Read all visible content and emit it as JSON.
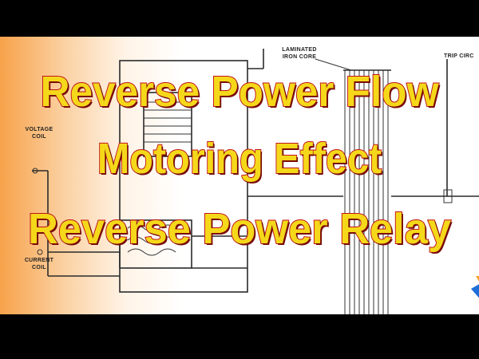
{
  "titles": {
    "line1": "Reverse Power Flow",
    "line2": "Motoring Effect",
    "line3": "Reverse Power Relay"
  },
  "diagram_labels": {
    "laminated_iron_core": "LAMINATED\nIRON CORE",
    "trip_circuit": "TRIP CIRC",
    "voltage_coil": "VOLTAGE\nCOIL",
    "current_coil": "CURRENT\nCOIL"
  },
  "colors": {
    "title_fill": "#f5d81a",
    "title_outline": "#c0121b",
    "gradient_left": "#f7a24a",
    "logo_orange": "#f5a623",
    "logo_blue": "#1e6fd9"
  }
}
